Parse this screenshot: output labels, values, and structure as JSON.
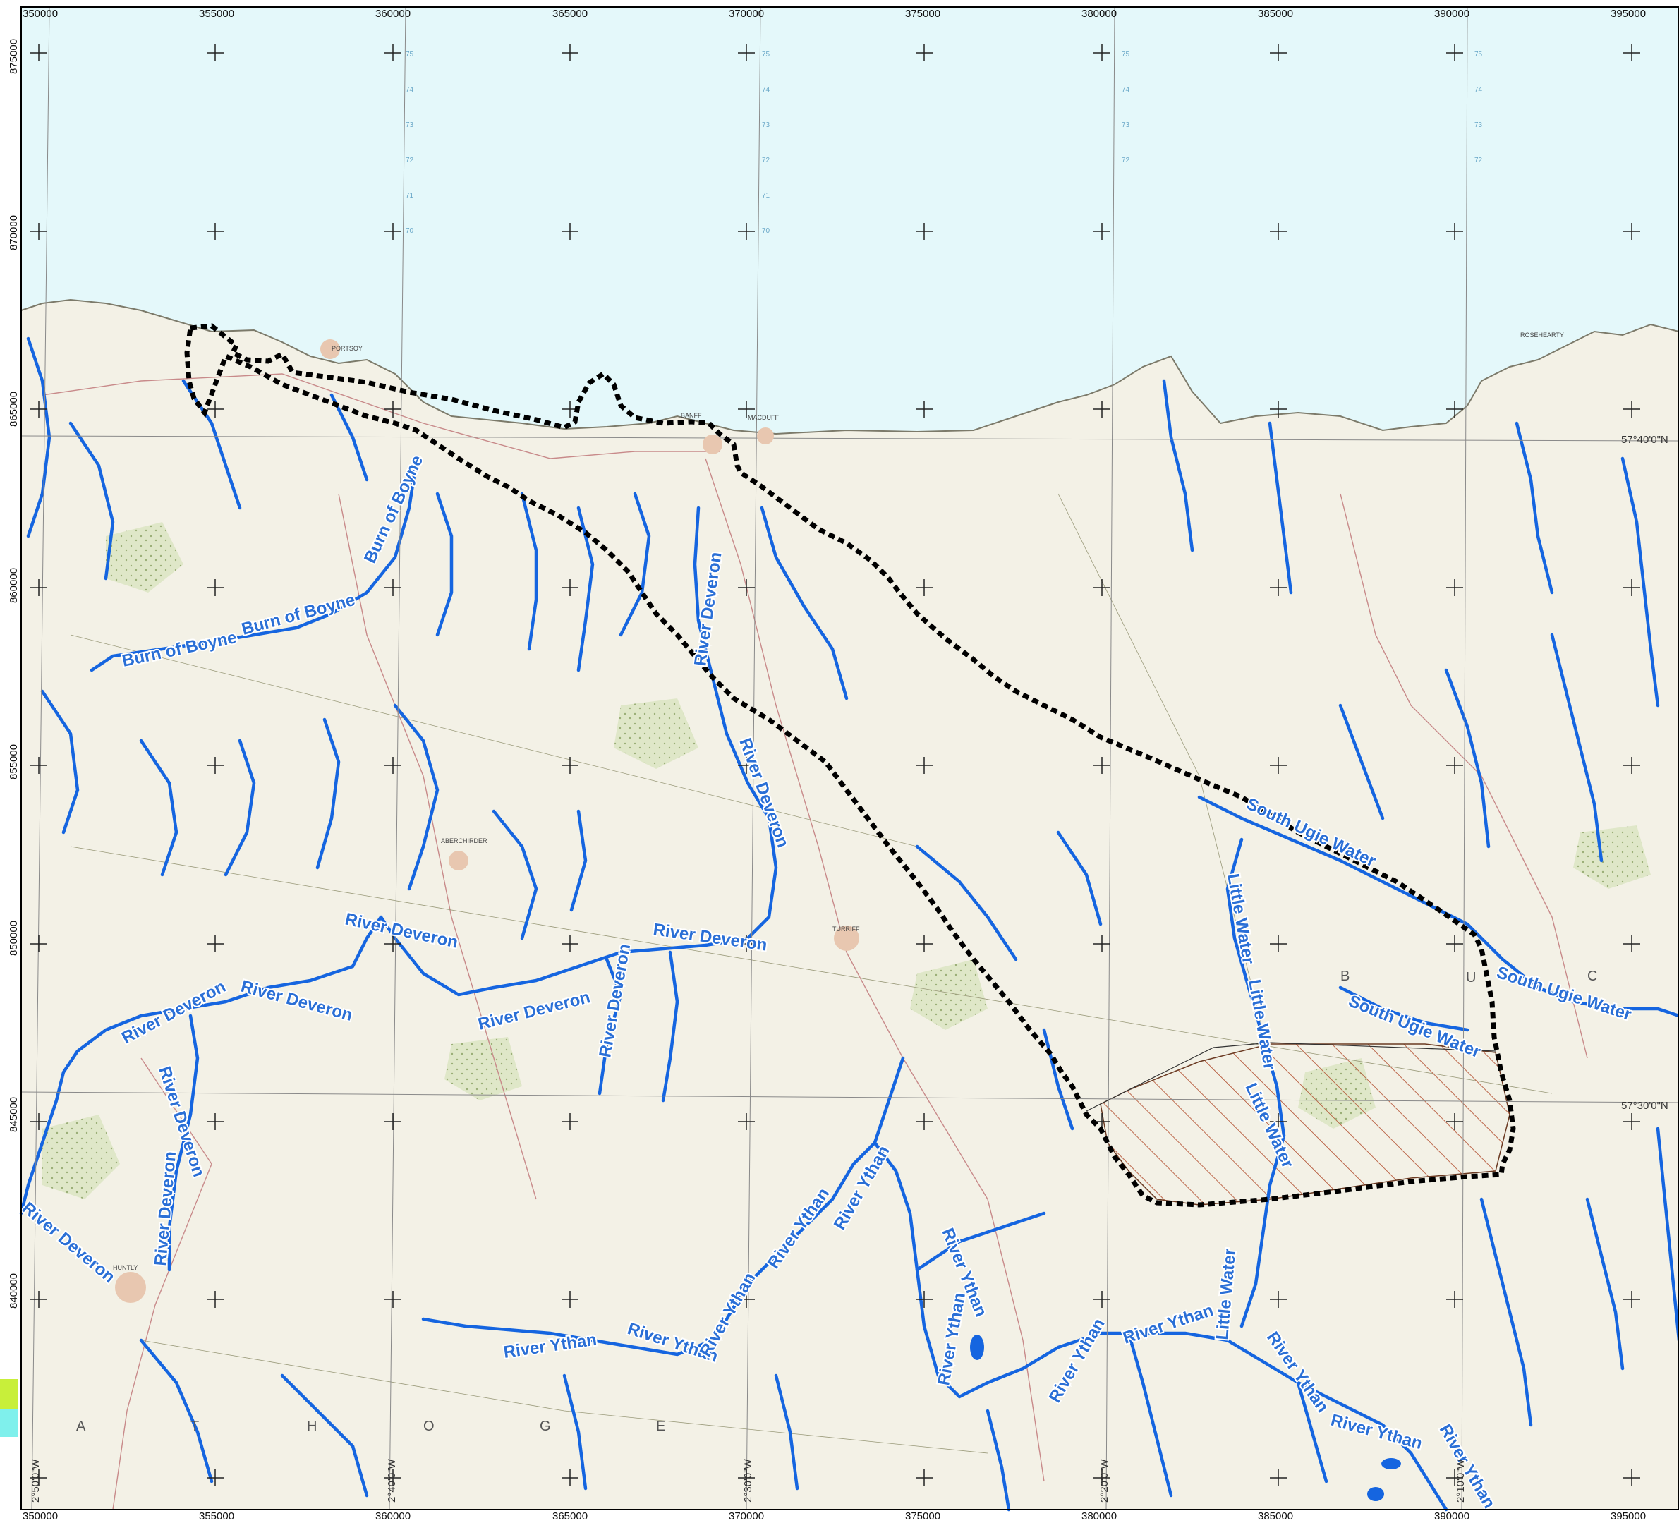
{
  "map": {
    "x_ticks": [
      "350000",
      "355000",
      "360000",
      "365000",
      "370000",
      "375000",
      "380000",
      "385000",
      "390000",
      "395000"
    ],
    "y_ticks": [
      "875000",
      "870000",
      "865000",
      "860000",
      "855000",
      "850000",
      "845000",
      "840000"
    ],
    "graticule_labels": {
      "lat_north": "57°40'0\"N",
      "lat_south": "57°30'0\"N",
      "lon_labels": [
        "2°50'0\"W",
        "2°40'0\"W",
        "2°30'0\"W",
        "2°20'0\"W",
        "2°10'0\"W"
      ]
    },
    "river_labels": [
      {
        "text": "Burn of Boyne"
      },
      {
        "text": "Burn of Boyne"
      },
      {
        "text": "Burn of Boyne"
      },
      {
        "text": "River Deveron"
      },
      {
        "text": "River Deveron"
      },
      {
        "text": "River Deveron"
      },
      {
        "text": "River Deveron"
      },
      {
        "text": "River Deveron"
      },
      {
        "text": "River Deveron"
      },
      {
        "text": "River Deveron"
      },
      {
        "text": "River Deveron"
      },
      {
        "text": "River Deveron"
      },
      {
        "text": "River Deveron"
      },
      {
        "text": "River Deveron"
      },
      {
        "text": "South Ugie Water"
      },
      {
        "text": "South Ugie Water"
      },
      {
        "text": "South Ugie Water"
      },
      {
        "text": "Little Water"
      },
      {
        "text": "Little Water"
      },
      {
        "text": "Little Water"
      },
      {
        "text": "Little Water"
      },
      {
        "text": "River Ythan"
      },
      {
        "text": "River Ythan"
      },
      {
        "text": "River Ythan"
      },
      {
        "text": "River Ythan"
      },
      {
        "text": "River Ythan"
      },
      {
        "text": "River Ythan"
      },
      {
        "text": "River Ythan"
      },
      {
        "text": "River Ythan"
      },
      {
        "text": "River Ythan"
      },
      {
        "text": "River Ythan"
      },
      {
        "text": "River Ythan"
      },
      {
        "text": "River Ythan"
      }
    ],
    "sheet_letters": [
      "A",
      "T",
      "H",
      "O",
      "G",
      "E",
      "B",
      "U",
      "C"
    ],
    "place_names": [
      "PORTSOY",
      "BANFF",
      "MACDUFF",
      "ROSEHEARTY",
      "ABERCHIRDER",
      "TURRIFF",
      "HUNTLY"
    ],
    "colors": {
      "sea": "#e4f8fa",
      "land": "#f3f1e6",
      "river": "#1565e0",
      "boundary": "#000000",
      "hatch": "#b04a2a"
    }
  }
}
